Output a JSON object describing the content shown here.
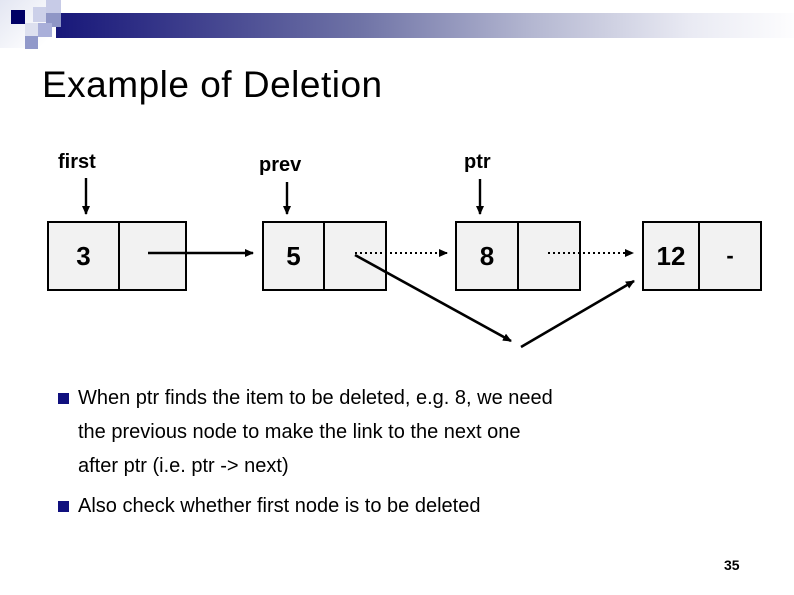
{
  "slide": {
    "title": "Example of Deletion",
    "page_number": "35"
  },
  "colors": {
    "header_bar_navy": "#151578",
    "accent_square_navy": "#000066",
    "bullet_square_navy": "#10107e",
    "node_fill": "#f2f2f2",
    "node_border": "#000000"
  },
  "diagram": {
    "pointers": [
      {
        "label": "first",
        "points_to_node": "3"
      },
      {
        "label": "prev",
        "points_to_node": "5"
      },
      {
        "label": "ptr",
        "points_to_node": "8"
      }
    ],
    "nodes": [
      {
        "value": "3",
        "next": ""
      },
      {
        "value": "5",
        "next": ""
      },
      {
        "value": "8",
        "next": ""
      },
      {
        "value": "12",
        "next": "-"
      }
    ],
    "links": [
      {
        "from": "3",
        "to": "5",
        "style": "solid"
      },
      {
        "from": "5",
        "to": "8",
        "style": "dotted"
      },
      {
        "from": "8",
        "to": "12",
        "style": "dotted"
      },
      {
        "from": "5",
        "to": "12",
        "style": "solid-bypass"
      }
    ]
  },
  "bullets": [
    {
      "lines": [
        "When ptr finds the item to be deleted, e.g. 8, we need",
        "the previous node to make the link to the next one",
        "after ptr (i.e. ptr -> next)"
      ]
    },
    {
      "lines": [
        "Also check whether first node is to be deleted"
      ]
    }
  ]
}
